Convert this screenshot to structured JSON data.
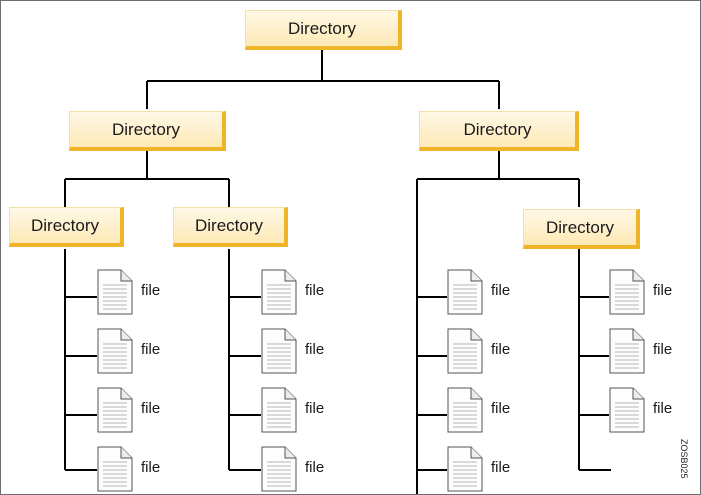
{
  "colors": {
    "box_fill": "#fde9b6",
    "box_shadow": "#f0b429",
    "lines": "#000000",
    "frame": "#6e6e6e"
  },
  "icons": {
    "file": "document-page-icon"
  },
  "tree": {
    "root": "Directory",
    "level1": [
      "Directory",
      "Directory"
    ],
    "level2": [
      "Directory",
      "Directory",
      "Directory"
    ],
    "file_label": "file",
    "file_counts": [
      4,
      4,
      4,
      3
    ]
  },
  "figure_id": "ZOSB025"
}
